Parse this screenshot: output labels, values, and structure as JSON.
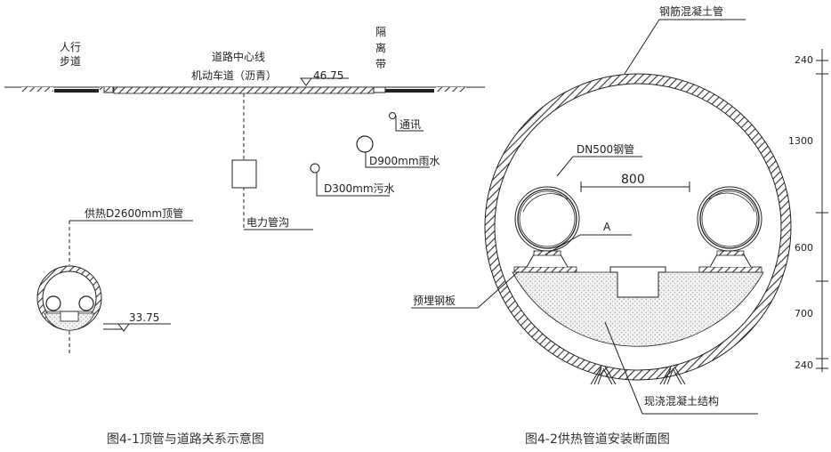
{
  "left_figure": {
    "caption": "图4-1顶管与道路关系示意图",
    "sidewalk_line1": "人行",
    "sidewalk_line2": "步道",
    "road_center_line": "道路中心线",
    "lane_label": "机动车道（沥青）",
    "road_elevation": "46.75",
    "median_line1": "隔",
    "median_line2": "离",
    "median_line3": "带",
    "telecom_label": "通讯",
    "rain_pipe_label": "D900mm雨水",
    "sewer_pipe_label": "D300mm污水",
    "power_trench_label": "电力管沟",
    "heating_pipe_label": "供热D2600mm顶管",
    "pipe_elevation": "33.75"
  },
  "right_figure": {
    "caption": "图4-2供热管道安装断面图",
    "concrete_pipe_label": "钢筋混凝土管",
    "steel_pipe_label": "DN500钢管",
    "spacing_value": "800",
    "point_a_label": "A",
    "embedded_plate_label": "预埋钢板",
    "cast_concrete_label": "现浇混凝土结构",
    "dimensions": [
      "240",
      "1300",
      "600",
      "700",
      "240"
    ]
  }
}
